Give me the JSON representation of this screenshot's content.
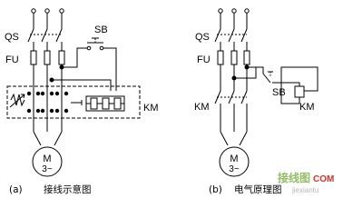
{
  "left": {
    "qs": "QS",
    "fu": "FU",
    "sb": "SB",
    "km": "KM",
    "motor_letter": "M",
    "motor_sub": "3~",
    "caption_tag": "(a)",
    "caption_text": "接线示意图"
  },
  "right": {
    "qs": "QS",
    "fu": "FU",
    "sb": "SB",
    "km_contact": "KM",
    "km_coil": "KM",
    "motor_letter": "M",
    "motor_sub": "3~",
    "caption_tag": "(b)",
    "caption_text": "电气原理图"
  },
  "watermark": {
    "text1": "接线图",
    "text2": "COM",
    "text3": "jiexiantu"
  }
}
